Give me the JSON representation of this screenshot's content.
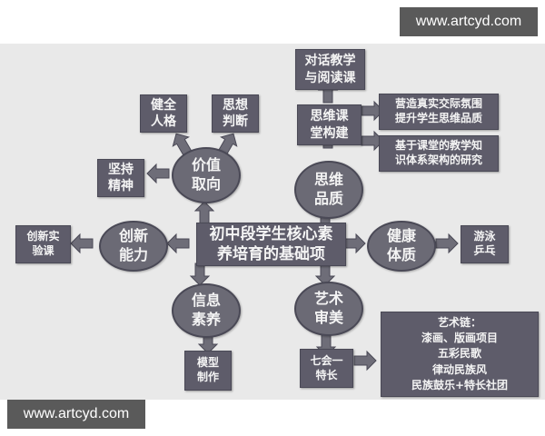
{
  "watermark": {
    "text": "www.artcyd.com"
  },
  "diagram": {
    "center": {
      "line1": "初中段学生核心素",
      "line2": "养培育的基础项"
    },
    "value": {
      "node": {
        "line1": "价值",
        "line2": "取向"
      },
      "children": [
        {
          "line1": "健全",
          "line2": "人格"
        },
        {
          "line1": "思想",
          "line2": "判断"
        },
        {
          "line1": "坚持",
          "line2": "精神"
        }
      ]
    },
    "thinking": {
      "node": {
        "line1": "思维",
        "line2": "品质"
      },
      "classroom": {
        "line1": "思维课",
        "line2": "堂构建"
      },
      "dialogue": {
        "line1": "对话教学",
        "line2": "与阅读课"
      },
      "atmosphere": {
        "line1": "营造真实交际氛围",
        "line2": "提升学生思维品质"
      },
      "research": {
        "line1": "基于课堂的教学知",
        "line2": "识体系架构的研究"
      }
    },
    "innovation": {
      "node": {
        "line1": "创新",
        "line2": "能力"
      },
      "child": {
        "line1": "创新实",
        "line2": "验课"
      }
    },
    "health": {
      "node": {
        "line1": "健康",
        "line2": "体质"
      },
      "child": {
        "line1": "游泳",
        "line2": "乒乓"
      }
    },
    "info": {
      "node": {
        "line1": "信息",
        "line2": "素养"
      },
      "child": {
        "line1": "模型",
        "line2": "制作"
      }
    },
    "art": {
      "node": {
        "line1": "艺术",
        "line2": "审美"
      },
      "child": {
        "line1": "七会一",
        "line2": "特长"
      },
      "chain": {
        "title": "艺术链：",
        "items": [
          "漆画、版画项目",
          "五彩民歌",
          "律动民族风",
          "民族鼓乐+特长社团"
        ]
      }
    }
  },
  "colors": {
    "box": "#5e5c6a",
    "ellipse": "#6b6a75",
    "background": "#e9e9e9",
    "arrow": "#6e6d78"
  }
}
